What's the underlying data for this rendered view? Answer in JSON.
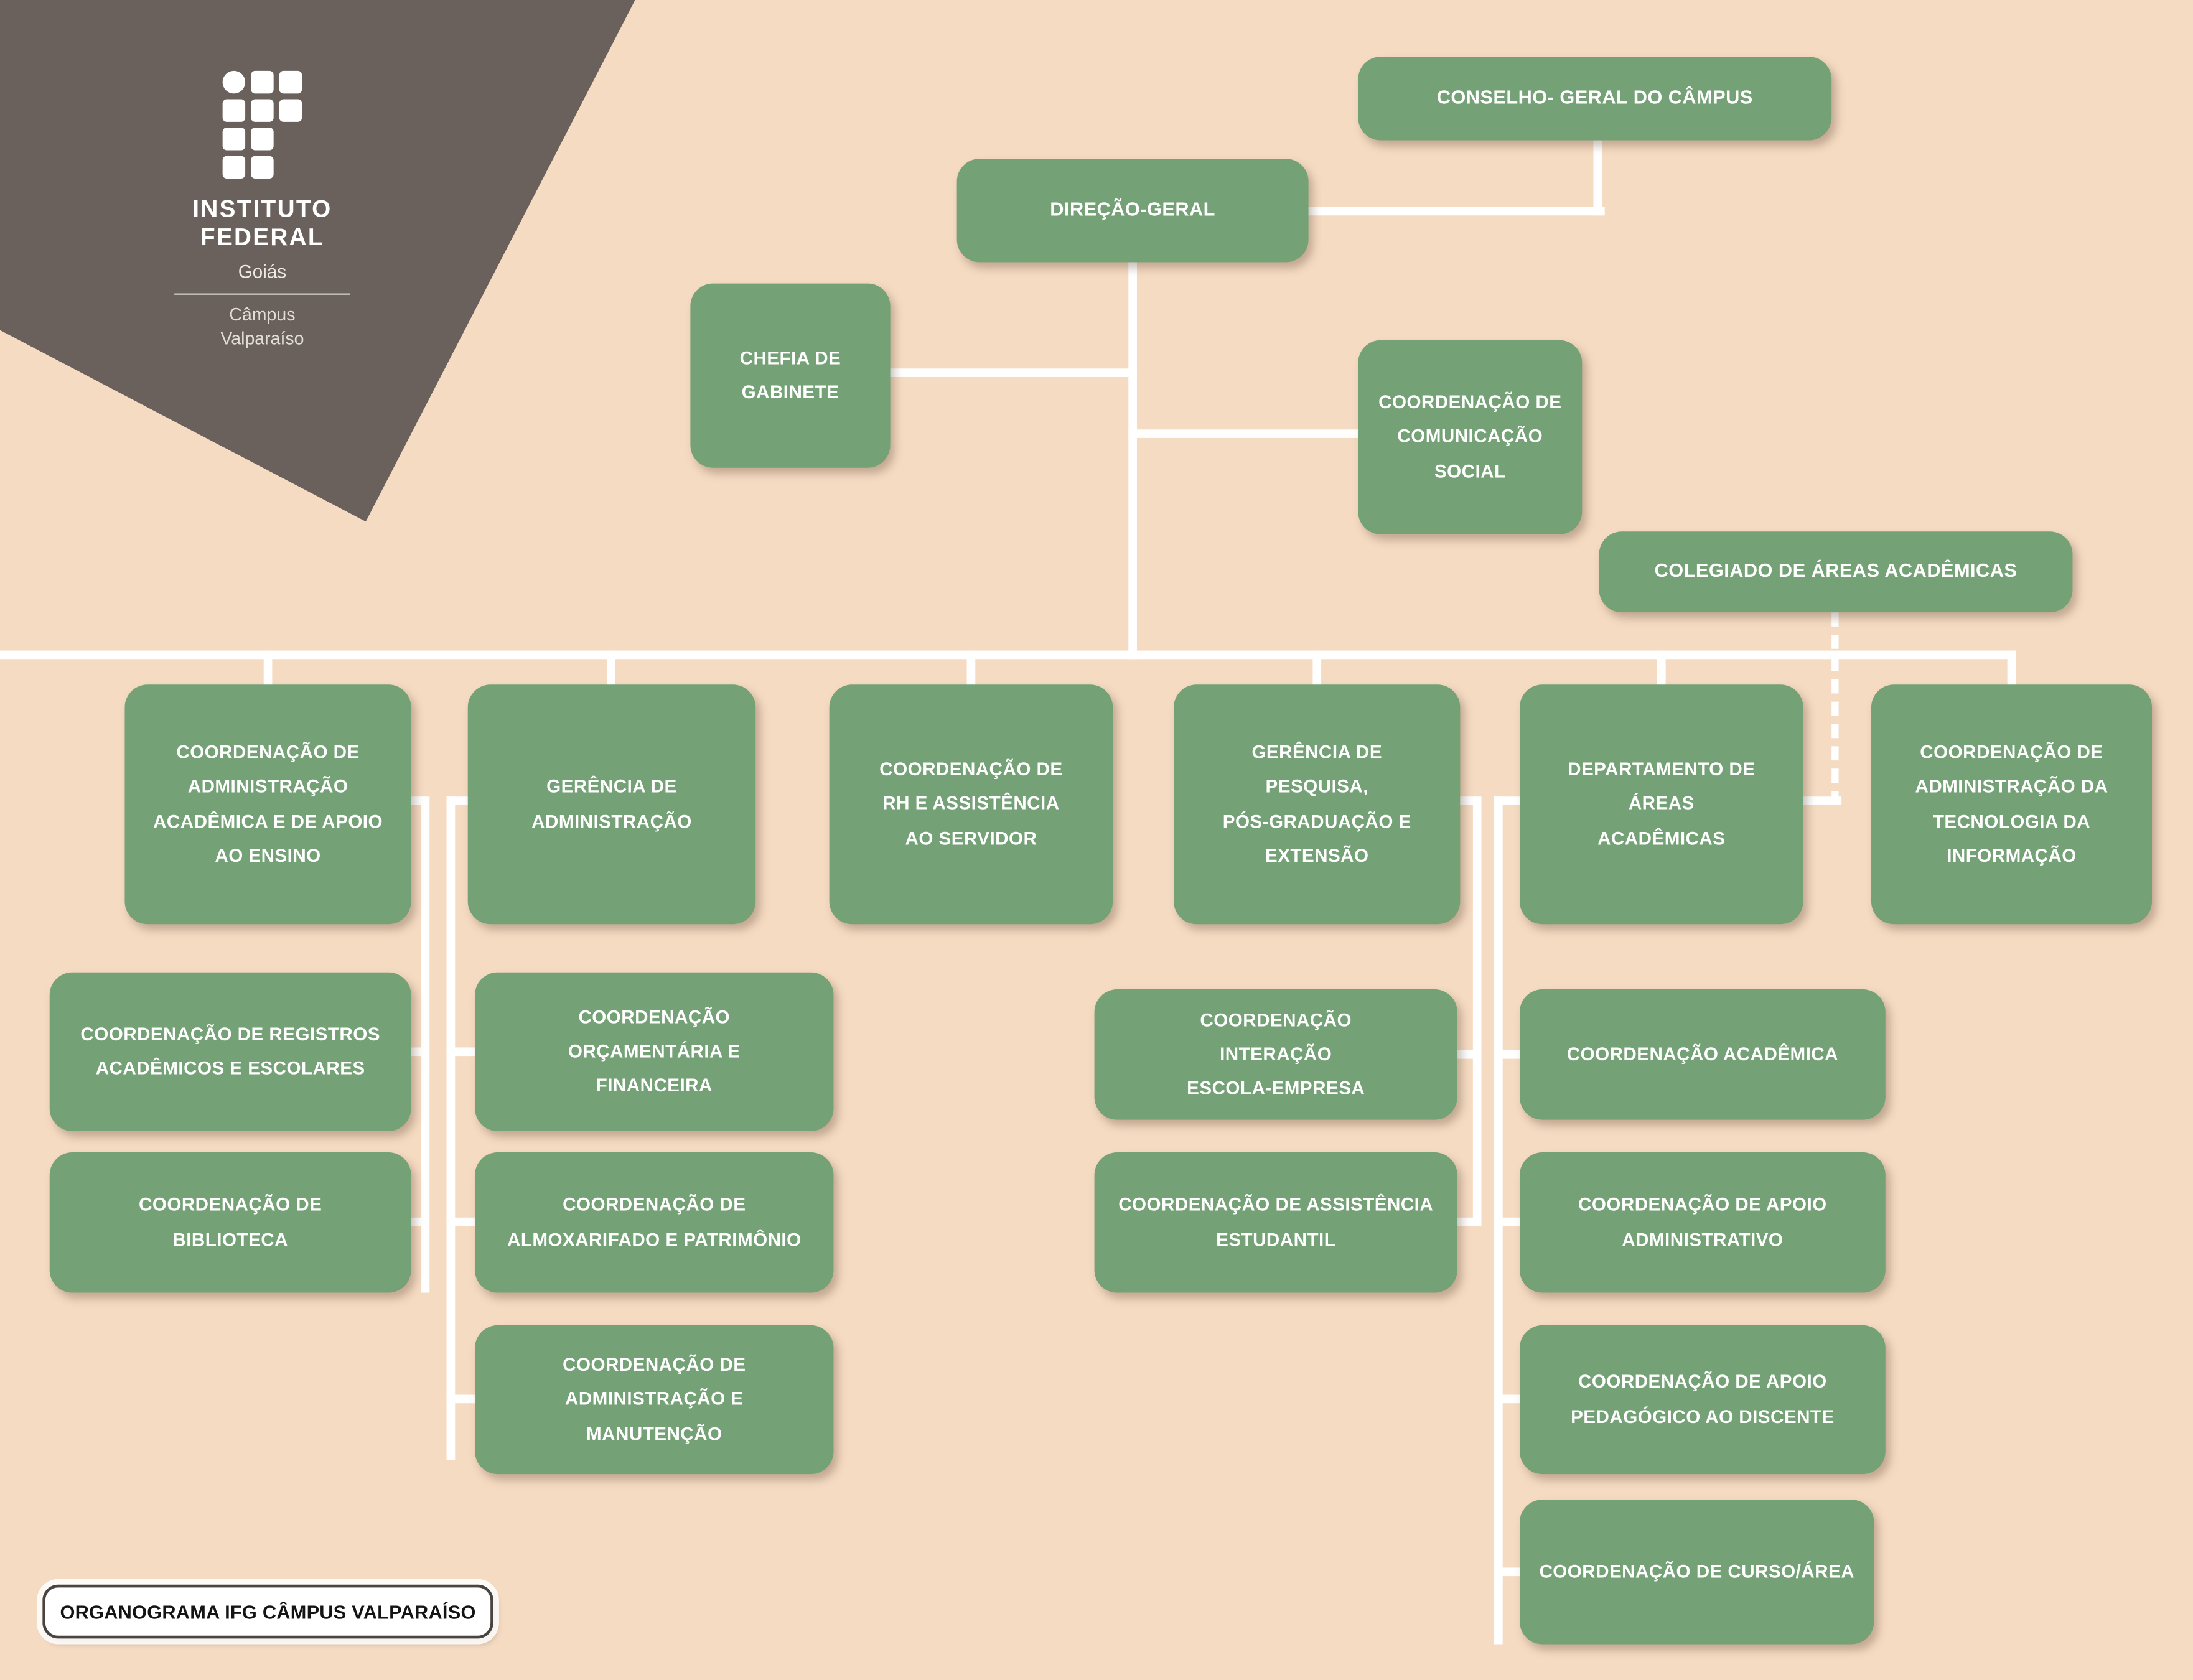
{
  "colors": {
    "background": "#f5dbc2",
    "node_green": "#74a276",
    "banner_gray": "#6a615d",
    "connector_white": "#ffffff",
    "badge_border": "#4a4440"
  },
  "banner": {
    "line1": "INSTITUTO",
    "line2": "FEDERAL",
    "region": "Goiás",
    "campus1": "Câmpus",
    "campus2": "Valparaíso"
  },
  "badge": {
    "label": "ORGANOGRAMA IFG CÂMPUS VALPARAÍSO"
  },
  "nodes": {
    "conselho_geral": "CONSELHO- GERAL DO CÂMPUS",
    "direcao_geral": "DIREÇÃO-GERAL",
    "chefia_gabinete": "CHEFIA DE\nGABINETE",
    "comunicacao_social": "COORDENAÇÃO DE\nCOMUNICAÇÃO\nSOCIAL",
    "colegiado_areas": "COLEGIADO DE ÁREAS ACADÊMICAS",
    "coord_adm_academica": "COORDENAÇÃO DE\nADMINISTRAÇÃO\nACADÊMICA E DE APOIO\nAO ENSINO",
    "gerencia_administracao": "GERÊNCIA DE\nADMINISTRAÇÃO",
    "coord_rh": "COORDENAÇÃO DE\nRH E ASSISTÊNCIA\nAO SERVIDOR",
    "gerencia_pesquisa": "GERÊNCIA DE\nPESQUISA,\nPÓS-GRADUAÇÃO E\nEXTENSÃO",
    "departamento_areas": "DEPARTAMENTO DE\nÁREAS\nACADÊMICAS",
    "coord_adm_ti": "COORDENAÇÃO DE\nADMINISTRAÇÃO DA\nTECNOLOGIA DA\nINFORMAÇÃO",
    "coord_registros": "COORDENAÇÃO DE REGISTROS\nACADÊMICOS E ESCOLARES",
    "coord_biblioteca": "COORDENAÇÃO DE\nBIBLIOTECA",
    "coord_orcamentaria": "COORDENAÇÃO\nORÇAMENTÁRIA E\nFINANCEIRA",
    "coord_almoxarifado": "COORDENAÇÃO DE\nALMOXARIFADO E PATRIMÔNIO",
    "coord_adm_manutencao": "COORDENAÇÃO DE\nADMINISTRAÇÃO E\nMANUTENÇÃO",
    "coord_interacao": "COORDENAÇÃO\nINTERAÇÃO\nESCOLA-EMPRESA",
    "coord_assistencia": "COORDENAÇÃO DE ASSISTÊNCIA\nESTUDANTIL",
    "coord_academica": "COORDENAÇÃO ACADÊMICA",
    "coord_apoio_adm": "COORDENAÇÃO DE APOIO\nADMINISTRATIVO",
    "coord_apoio_pedagogico": "COORDENAÇÃO DE APOIO\nPEDAGÓGICO AO DISCENTE",
    "coord_curso_area": "COORDENAÇÃO DE CURSO/ÁREA"
  }
}
